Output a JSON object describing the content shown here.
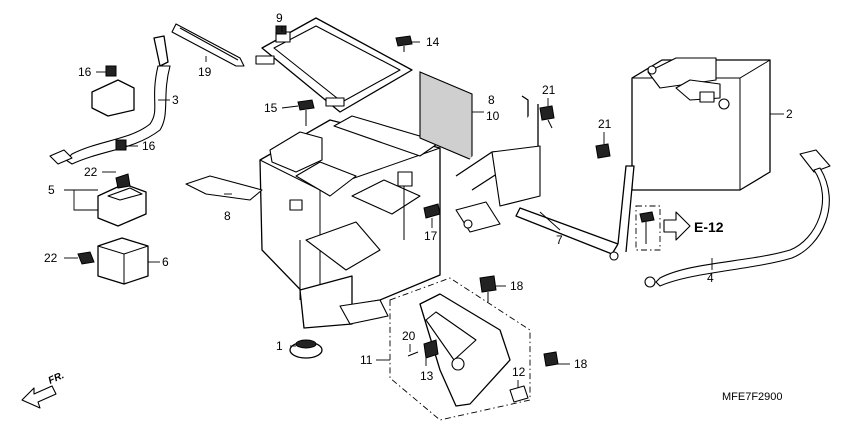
{
  "diagram": {
    "callouts": [
      {
        "key": "c1",
        "label": "1"
      },
      {
        "key": "c2",
        "label": "2"
      },
      {
        "key": "c3",
        "label": "3"
      },
      {
        "key": "c4",
        "label": "4"
      },
      {
        "key": "c5",
        "label": "5"
      },
      {
        "key": "c6",
        "label": "6"
      },
      {
        "key": "c7",
        "label": "7"
      },
      {
        "key": "c8a",
        "label": "8"
      },
      {
        "key": "c8b",
        "label": "8"
      },
      {
        "key": "c9",
        "label": "9"
      },
      {
        "key": "c10",
        "label": "10"
      },
      {
        "key": "c11",
        "label": "11"
      },
      {
        "key": "c12",
        "label": "12"
      },
      {
        "key": "c13",
        "label": "13"
      },
      {
        "key": "c14",
        "label": "14"
      },
      {
        "key": "c15",
        "label": "15"
      },
      {
        "key": "c16a",
        "label": "16"
      },
      {
        "key": "c16b",
        "label": "16"
      },
      {
        "key": "c17",
        "label": "17"
      },
      {
        "key": "c18a",
        "label": "18"
      },
      {
        "key": "c18b",
        "label": "18"
      },
      {
        "key": "c19",
        "label": "19"
      },
      {
        "key": "c20",
        "label": "20"
      },
      {
        "key": "c21a",
        "label": "21"
      },
      {
        "key": "c21b",
        "label": "21"
      },
      {
        "key": "c22a",
        "label": "22"
      },
      {
        "key": "c22b",
        "label": "22"
      }
    ],
    "reference_label": "E-12",
    "direction_label": "FR.",
    "drawing_code": "MFE7F2900"
  }
}
